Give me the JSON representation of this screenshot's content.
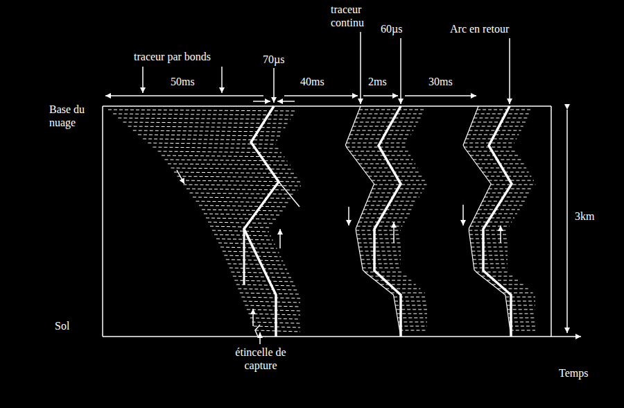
{
  "diagram": {
    "labels": [
      "Base du nuage",
      "traceur par bonds",
      "50ms",
      "70µs",
      "40ms",
      "traceur continu",
      "60µs",
      "2ms",
      "30ms",
      "Arc en retour",
      "Sol",
      "3km",
      "étincelle de capture",
      "Temps"
    ]
  }
}
